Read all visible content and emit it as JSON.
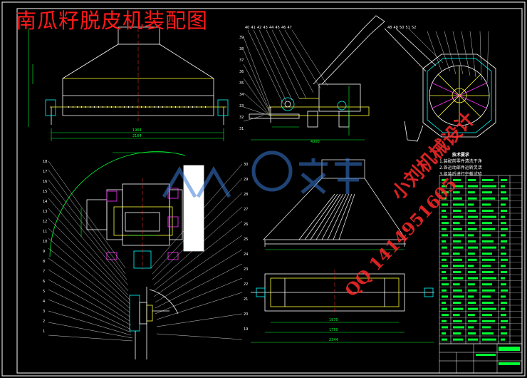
{
  "title": "南瓜籽脱皮机装配图",
  "watermark": {
    "line1": "小刘机械设计",
    "line2": "QQ 1414951605",
    "center_text": "人人文库"
  },
  "notes": {
    "heading": "技术要求",
    "line1": "1.装配前零件清洗干净",
    "line2": "2.各运动部件运转灵活",
    "line3": "3.组装后进行空载试验"
  },
  "colors": {
    "frame": "#ffffff",
    "drawing": "#ffffff",
    "dims": "#00ff3a",
    "green_dim": "#22ee44",
    "yellow": "#ffff00",
    "cyan": "#00ffff",
    "red": "#ff1a1a",
    "magenta": "#ff33ff",
    "blue_wm": "#3a7bd5"
  },
  "balloons_top": [
    "40",
    "41",
    "42",
    "43",
    "44",
    "45",
    "46",
    "47",
    "48",
    "49",
    "50",
    "51",
    "52"
  ],
  "balloons_left": [
    "39",
    "38",
    "37",
    "36",
    "35",
    "34",
    "33",
    "32",
    "31"
  ],
  "balloons_mid_left": [
    "18",
    "17",
    "16",
    "15",
    "14",
    "13",
    "12",
    "11",
    "10",
    "9",
    "8",
    "7",
    "6",
    "5",
    "4",
    "3",
    "2",
    "1"
  ],
  "balloons_mid_right": [
    "30",
    "29",
    "28",
    "27",
    "26",
    "25",
    "24",
    "23",
    "22",
    "21",
    "20",
    "19"
  ],
  "dims": {
    "top_width": "2164",
    "top_sub": "1964",
    "mid_width": "4300",
    "bottom_lengths": [
      "1970",
      "1750",
      "2344"
    ]
  }
}
